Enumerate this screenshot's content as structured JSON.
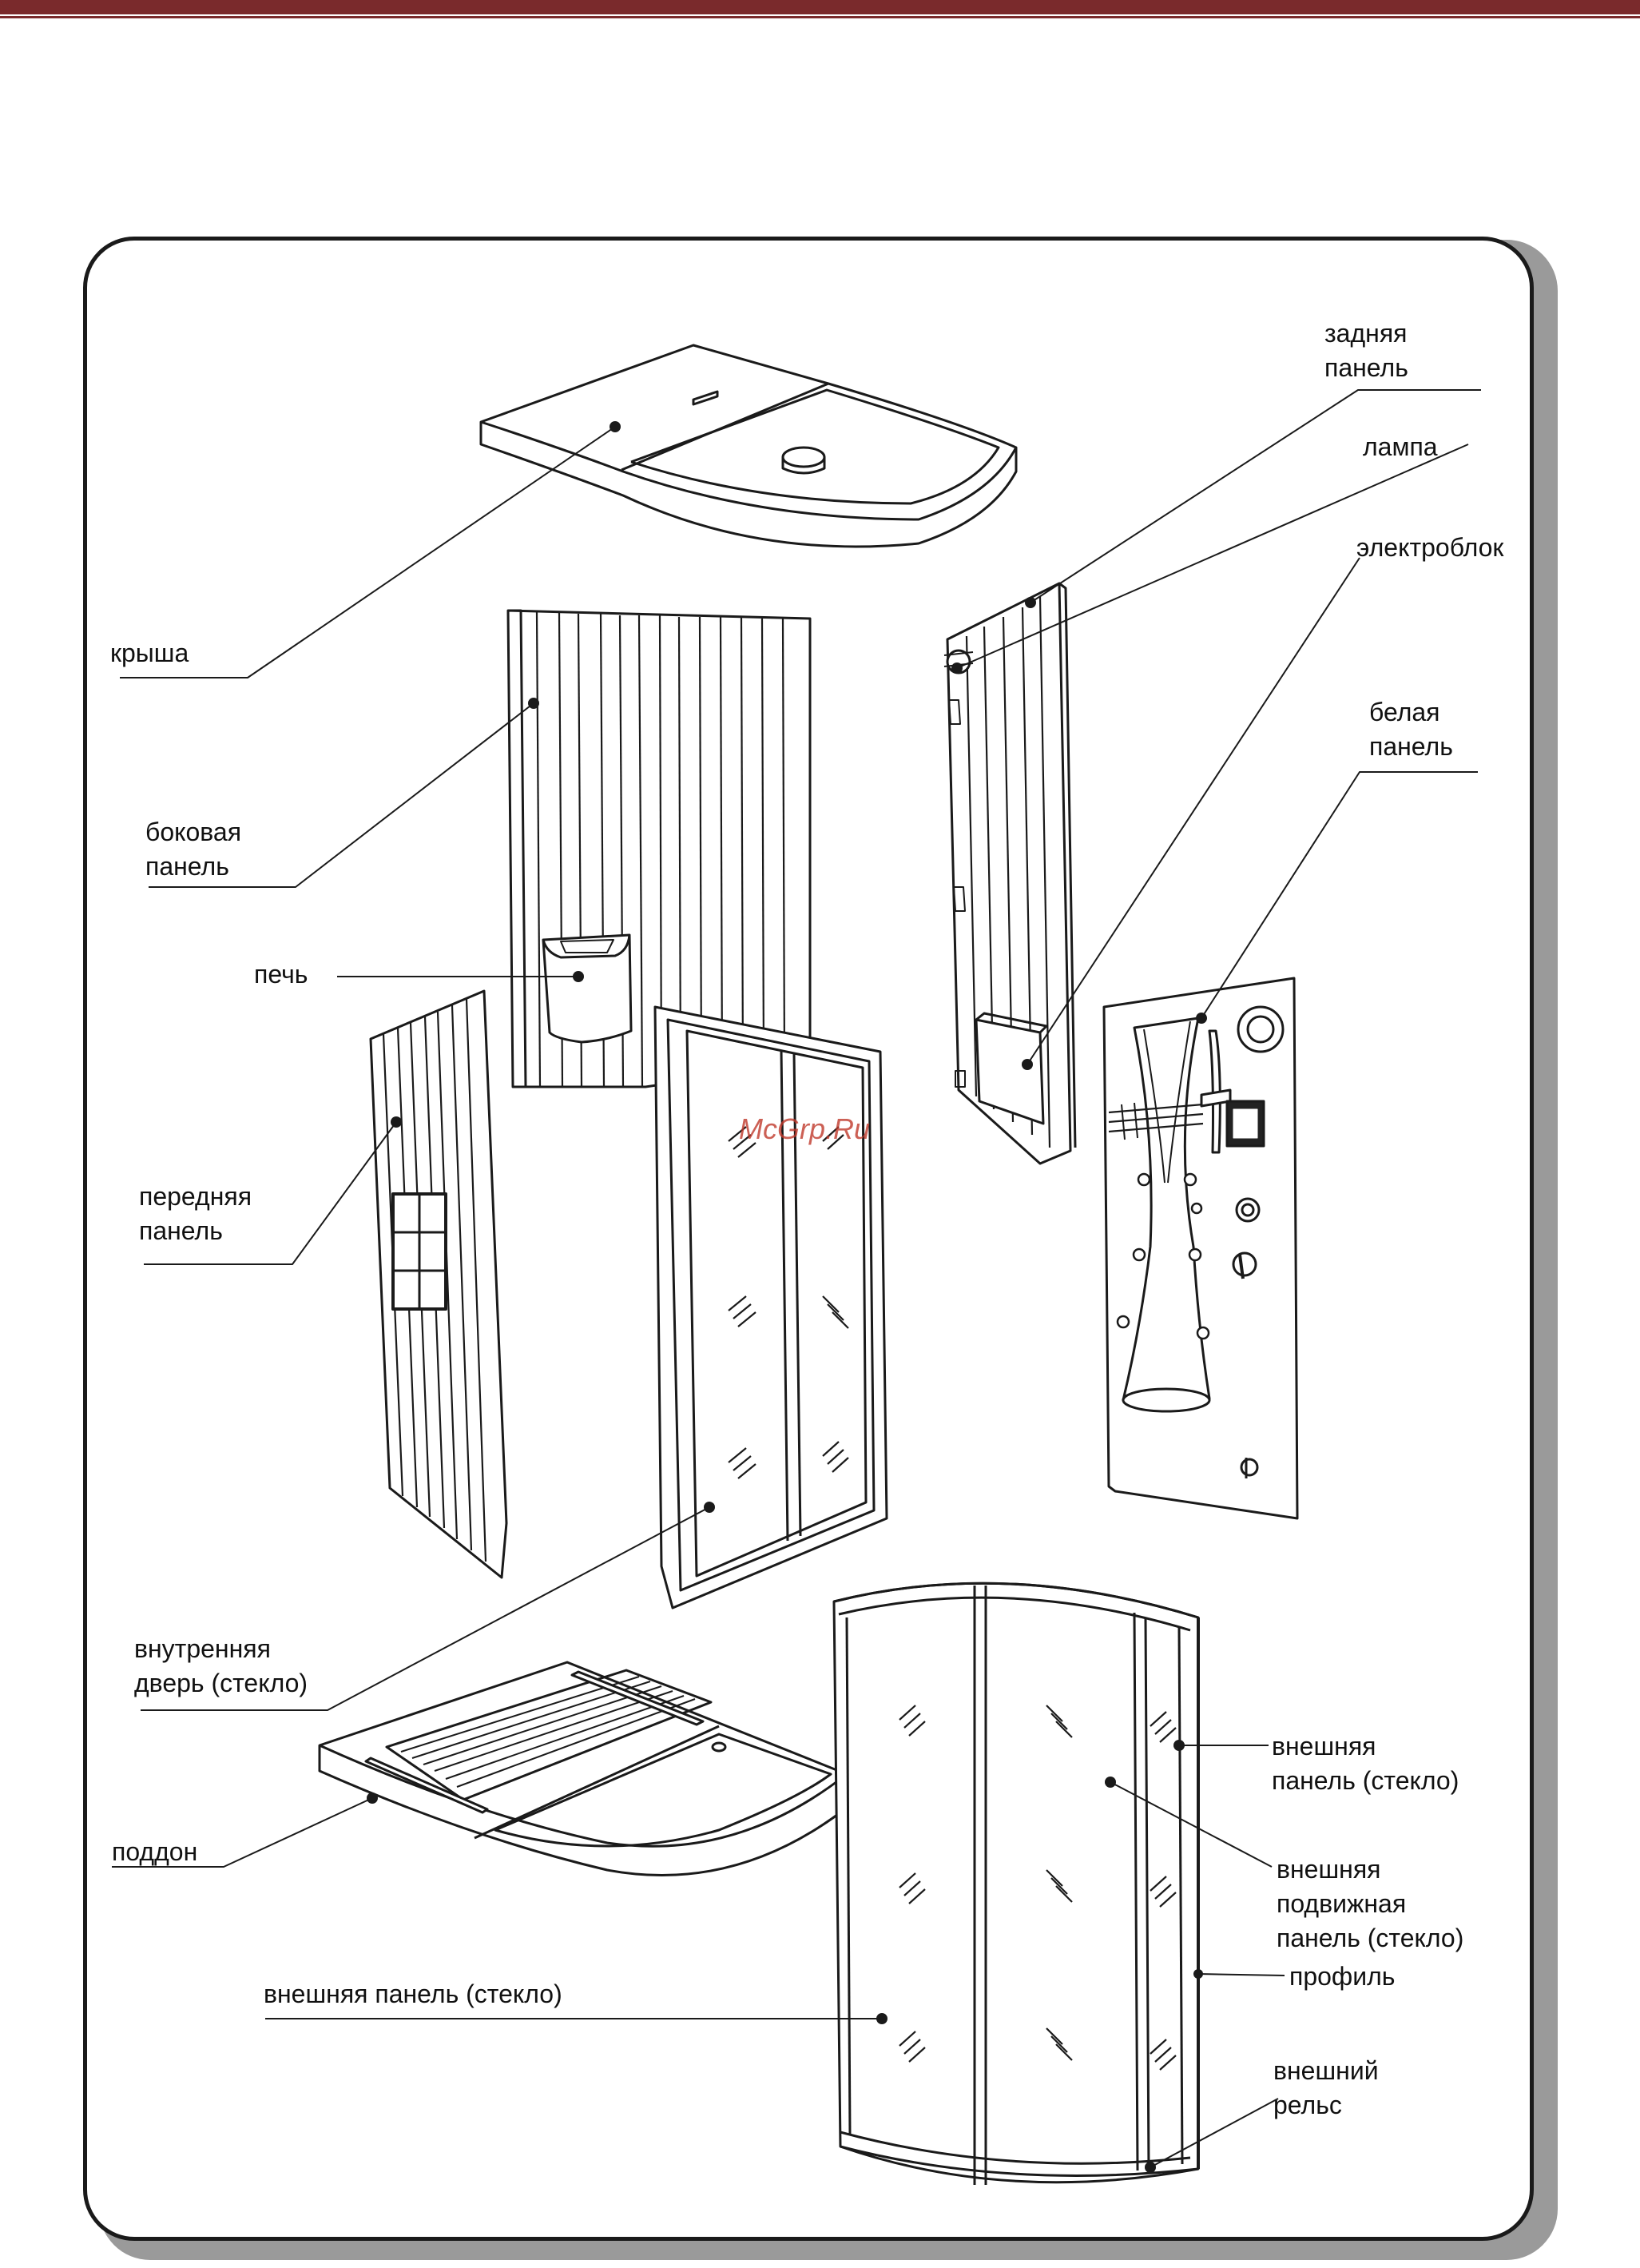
{
  "colors": {
    "accent_bar": "#7a2a2c",
    "watermark": "#c0392b",
    "line": "#1a1a1a"
  },
  "watermark": "McGrp.Ru",
  "labels": {
    "zadnyaya_panel": "задняя\nпанель",
    "lampa": "лампа",
    "elektroblok": "электроблок",
    "belaya_panel": "белая\nпанель",
    "krysha": "крыша",
    "bokovaya_panel": "боковая\nпанель",
    "pech": "печь",
    "perednyaya_panel": "передняя\nпанель",
    "vnutrennyaya_dver": "внутренняя\nдверь (стекло)",
    "poddon": "поддон",
    "vneshnyaya_panel_right": "внешняя\nпанель (стекло)",
    "vneshnyaya_podvizhnaya": "внешняя\nподвижная\nпанель (стекло)",
    "profil": "профиль",
    "vneshnyaya_panel_bottom": "внешняя панель (стекло)",
    "vneshniy_rels": "внешний\nрельс"
  }
}
